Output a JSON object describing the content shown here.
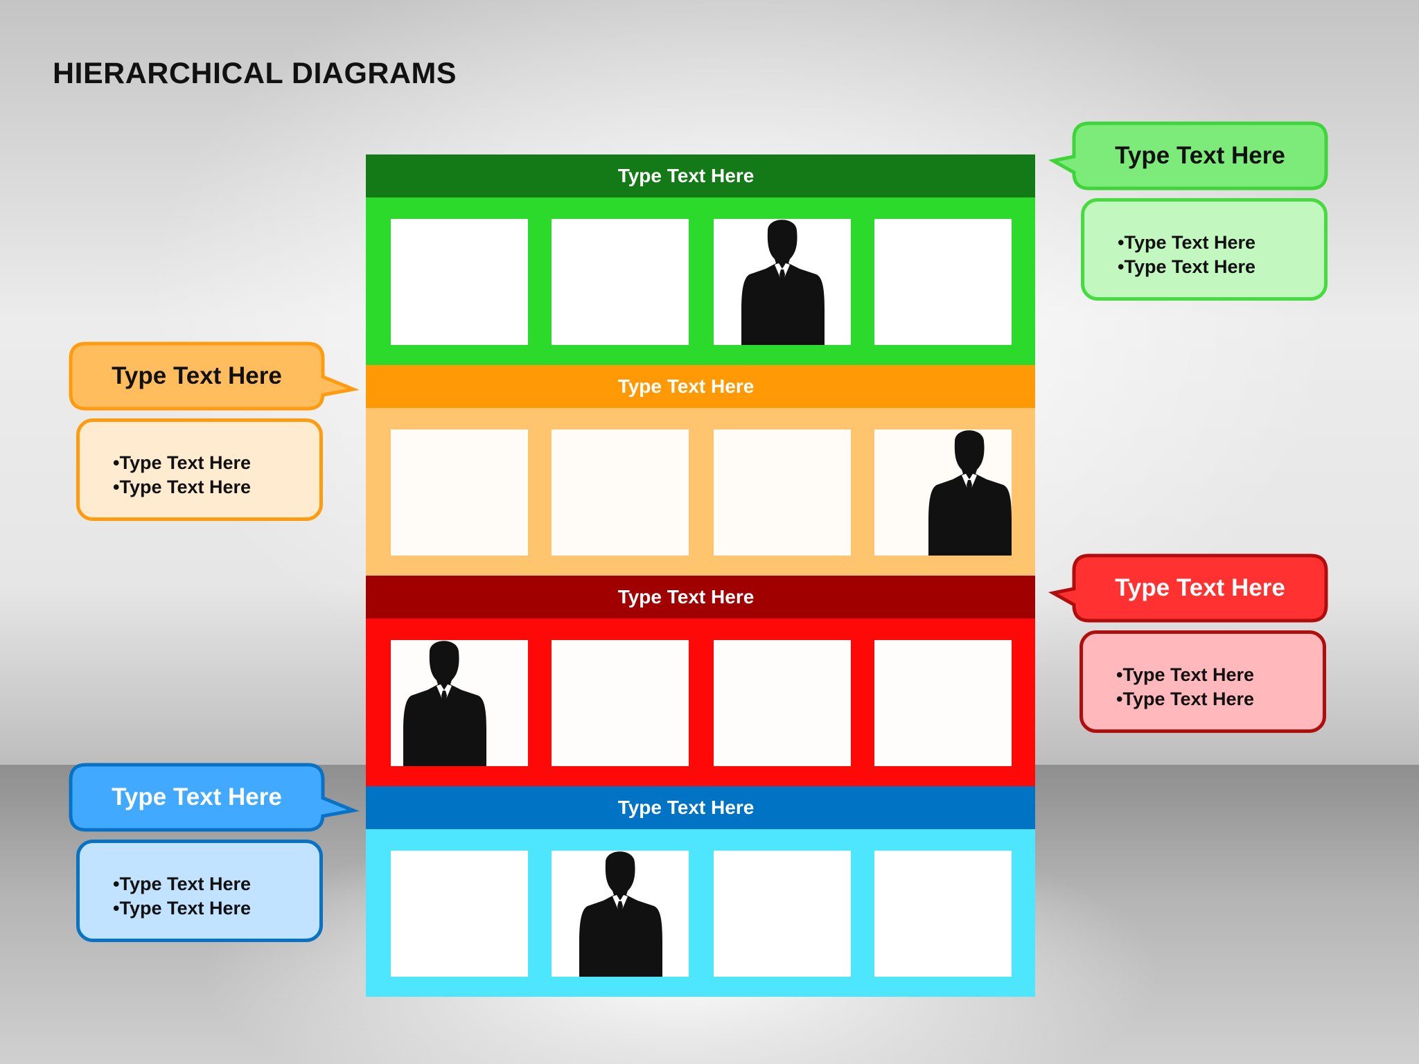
{
  "title": "HIERARCHICAL DIAGRAMS",
  "tiers": [
    {
      "label": "Type Text Here",
      "bar_color": "#147a17",
      "body_color": "#2bda2b",
      "box_color": "#ffffff",
      "person_in_box": 3
    },
    {
      "label": "Type Text Here",
      "bar_color": "#ff9a06",
      "body_color": "#ffc46e",
      "box_color": "#fffcf8",
      "person_in_box": 4
    },
    {
      "label": "Type Text Here",
      "bar_color": "#a00000",
      "body_color": "#ff0808",
      "box_color": "#fffdfb",
      "person_in_box": 1
    },
    {
      "label": "Type Text Here",
      "bar_color": "#0073c4",
      "body_color": "#4ee6ff",
      "box_color": "#ffffff",
      "person_in_box": 2
    }
  ],
  "callouts": [
    {
      "side": "right",
      "tier": 1,
      "label": "Type Text Here",
      "bullets": [
        "•Type Text Here",
        "•Type Text Here"
      ],
      "fill": "#7deb7a",
      "stroke": "#3fd53a",
      "label_color": "#111111",
      "detail_fill": "#c2f7c0",
      "detail_border": "#46dc3f",
      "detail_text": "#111111"
    },
    {
      "side": "left",
      "tier": 2,
      "label": "Type Text Here",
      "bullets": [
        "•Type Text Here",
        "•Type Text Here"
      ],
      "fill": "#ffbd5e",
      "stroke": "#ff9b0e",
      "label_color": "#111111",
      "detail_fill": "#ffebcf",
      "detail_border": "#ff9b0e",
      "detail_text": "#111111"
    },
    {
      "side": "right",
      "tier": 3,
      "label": "Type Text Here",
      "bullets": [
        "•Type Text Here",
        "•Type Text Here"
      ],
      "fill": "#ff3131",
      "stroke": "#b00d0d",
      "label_color": "#ffffff",
      "detail_fill": "#ffb9bd",
      "detail_border": "#b00d0d",
      "detail_text": "#111111"
    },
    {
      "side": "left",
      "tier": 4,
      "label": "Type Text Here",
      "bullets": [
        "•Type Text Here",
        "•Type Text Here"
      ],
      "fill": "#41a9ff",
      "stroke": "#0a72c5",
      "label_color": "#ffffff",
      "detail_fill": "#c2e3ff",
      "detail_border": "#0a72c5",
      "detail_text": "#111111"
    }
  ]
}
